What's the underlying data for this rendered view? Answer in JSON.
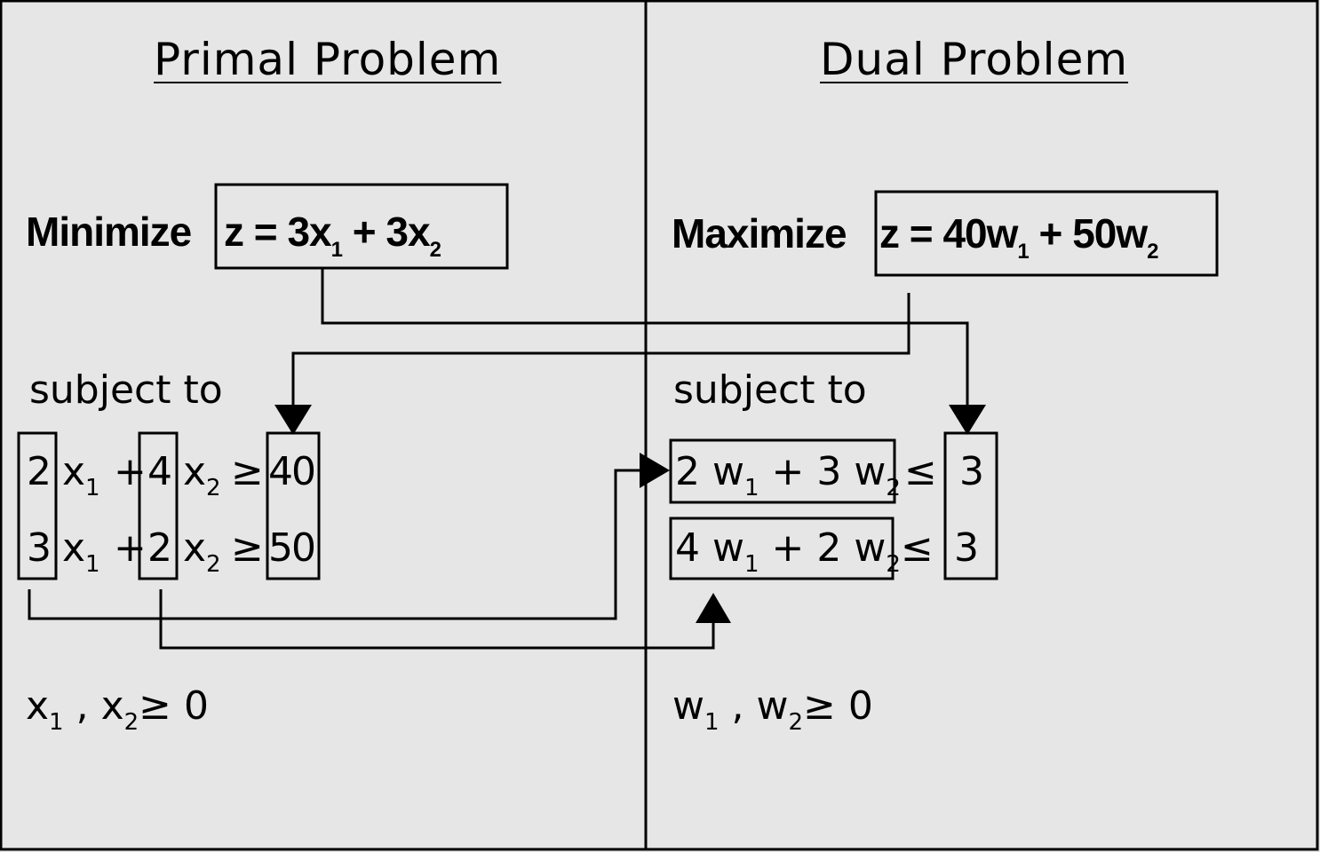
{
  "primal": {
    "title": "Primal Problem",
    "objective_label": "Minimize",
    "objective": {
      "lhs": "z = ",
      "c1": "3",
      "v1": "x",
      "s1": "1",
      "op": " + ",
      "c2": "3",
      "v2": "x",
      "s2": "2"
    },
    "subject_to": "subject to",
    "rows": [
      {
        "a1": "2",
        "v1": "x",
        "s1": "1",
        "op": "+",
        "a2": "4",
        "v2": "x",
        "s2": "2",
        "rel": "≥",
        "b": "40"
      },
      {
        "a1": "3",
        "v1": "x",
        "s1": "1",
        "op": "+",
        "a2": "2",
        "v2": "x",
        "s2": "2",
        "rel": "≥",
        "b": "50"
      }
    ],
    "nonneg": {
      "v1": "x",
      "s1": "1",
      "sep": " , ",
      "v2": "x",
      "s2": "2",
      "rel": "≥ 0"
    }
  },
  "dual": {
    "title": "Dual Problem",
    "objective_label": "Maximize",
    "objective": {
      "lhs": "z = ",
      "c1": "40",
      "v1": "w",
      "s1": "1",
      "op": " + ",
      "c2": "50",
      "v2": "w",
      "s2": "2"
    },
    "subject_to": "subject to",
    "rows": [
      {
        "a1": "2",
        "v1": "w",
        "s1": "1",
        "op": "+",
        "a2": "3",
        "v2": "w",
        "s2": "2",
        "rel": "≤",
        "b": "3"
      },
      {
        "a1": "4",
        "v1": "w",
        "s1": "1",
        "op": "+",
        "a2": "2",
        "v2": "w",
        "s2": "2",
        "rel": "≤",
        "b": "3"
      }
    ],
    "nonneg": {
      "v1": "w",
      "s1": "1",
      "sep": " , ",
      "v2": "w",
      "s2": "2",
      "rel": "≥ 0"
    }
  }
}
